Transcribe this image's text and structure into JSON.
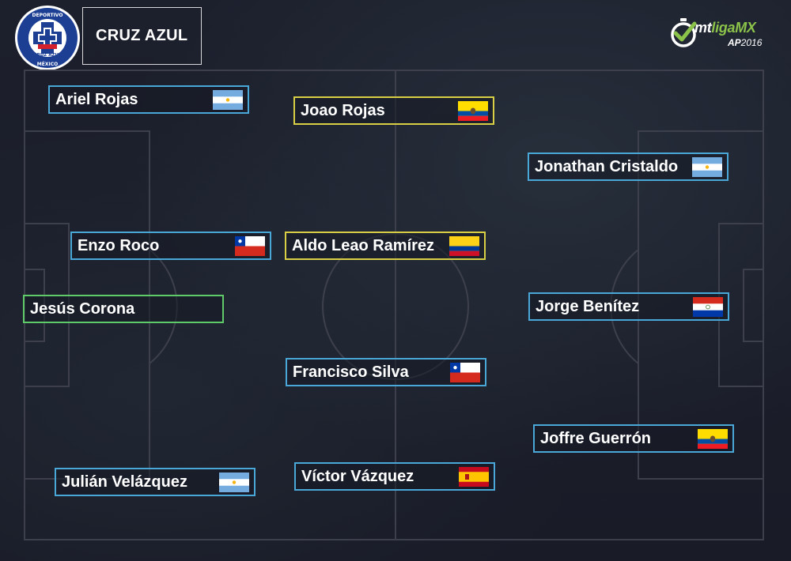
{
  "header": {
    "team_name": "CRUZ AZUL",
    "crest": {
      "top_text": "DEPORTIVO",
      "middle_text": "CRUZ AZUL",
      "bottom_text": "MÉXICO",
      "colors": {
        "ring": "#1c3f94",
        "cross": "#1c3f94",
        "field": "#ffffff",
        "bar": "#d4202a"
      }
    }
  },
  "brand": {
    "logo_text_white": "mt",
    "logo_text_green": "ligaMX",
    "season_bold": "AP",
    "season_year": "2016",
    "accent_color": "#8bc34a"
  },
  "colors": {
    "defender_border": "#4aa8d8",
    "midfielder_border": "#d8cf45",
    "goalkeeper_border": "#5fca6a",
    "pitch_lines": "#3d404c"
  },
  "players": [
    {
      "name": "Ariel Rojas",
      "flag": "argentina-flag",
      "role": "defender"
    },
    {
      "name": "Joao Rojas",
      "flag": "ecuador-flag",
      "role": "midfielder"
    },
    {
      "name": "Jonathan Cristaldo",
      "flag": "argentina-flag",
      "role": "defender"
    },
    {
      "name": "Enzo Roco",
      "flag": "chile-flag",
      "role": "defender"
    },
    {
      "name": "Aldo Leao Ramírez",
      "flag": "colombia-flag",
      "role": "midfielder"
    },
    {
      "name": "Jesús Corona",
      "flag": "",
      "role": "goalkeeper"
    },
    {
      "name": "Jorge Benítez",
      "flag": "paraguay-flag",
      "role": "defender"
    },
    {
      "name": "Francisco Silva",
      "flag": "chile-flag",
      "role": "defender"
    },
    {
      "name": "Joffre Guerrón",
      "flag": "ecuador-flag",
      "role": "defender"
    },
    {
      "name": "Julián Velázquez",
      "flag": "argentina-flag",
      "role": "defender"
    },
    {
      "name": "Víctor Vázquez",
      "flag": "spain-flag",
      "role": "defender"
    }
  ]
}
